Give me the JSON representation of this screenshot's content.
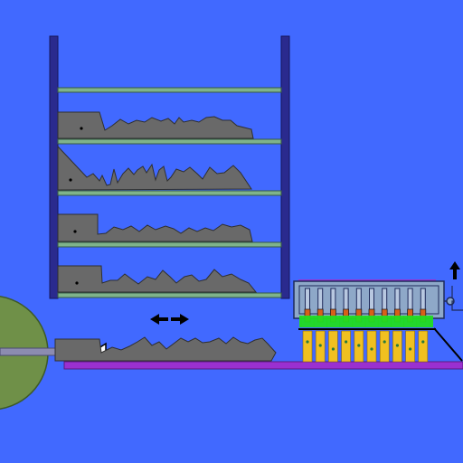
{
  "colors": {
    "background": "#4169ff",
    "post": "#2a2a8e",
    "post_edge": "#15155a",
    "shelf": "#7fb38a",
    "shelf_edge": "#355a45",
    "key_profile": "#696969",
    "key_edge": "#2f2f2f",
    "floor_rail": "#9a30d0",
    "wheel": "#6f9048",
    "wheel_edge": "#3d5a28",
    "push_rod": "#8c8cb0",
    "lock_housing": "#8ea8c8",
    "pin_top": "#d86018",
    "pin_bottom": "#f0c020",
    "shear_line": "#22dd22",
    "arrow": "#000000"
  },
  "icons": {
    "move_arrows": "left-right-arrow-icon",
    "push_tip": "triangle-pointer-icon",
    "lift_arrow": "up-arrow-icon"
  },
  "rack": {
    "shelves": [
      {
        "name": "shelf-1",
        "has_key": false
      },
      {
        "name": "shelf-2",
        "has_key": true
      },
      {
        "name": "shelf-3",
        "has_key": true
      },
      {
        "name": "shelf-4",
        "has_key": true
      },
      {
        "name": "shelf-5",
        "has_key": true
      }
    ]
  },
  "lock": {
    "pin_count": 10
  }
}
